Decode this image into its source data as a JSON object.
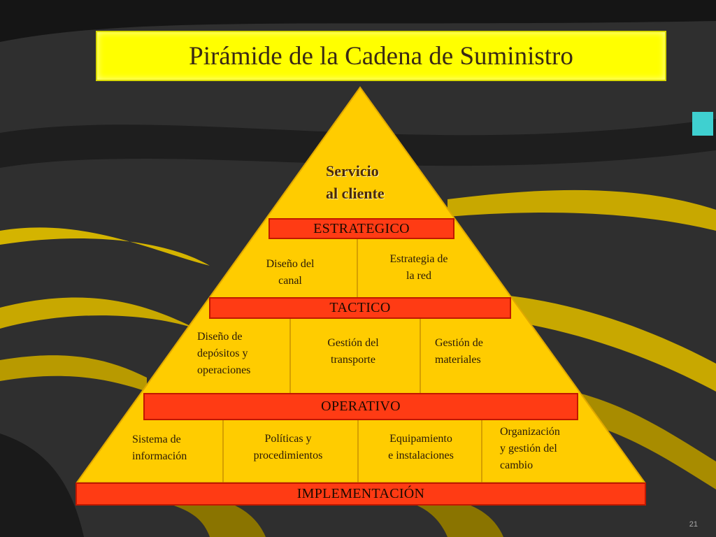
{
  "title": "Pirámide de la Cadena de Suministro",
  "colors": {
    "pyramid_fill": "#ffcc00",
    "band_fill": "#ff3b14",
    "title_fill": "#ffff00",
    "background": "#2f2f2f"
  },
  "pyramid": {
    "apex": {
      "label_line1": "Servicio",
      "label_line2": "al cliente"
    },
    "levels": [
      {
        "band": "ESTRATEGICO",
        "items": [
          {
            "line1": "Diseño del",
            "line2": "canal"
          },
          {
            "line1": "Estrategia de",
            "line2": "la red"
          }
        ]
      },
      {
        "band": "TACTICO",
        "items": [
          {
            "line1": "Diseño de",
            "line2": "depósitos y",
            "line3": "operaciones"
          },
          {
            "line1": "Gestión del",
            "line2": "transporte"
          },
          {
            "line1": "Gestión de",
            "line2": "materiales"
          }
        ]
      },
      {
        "band": "OPERATIVO",
        "items": [
          {
            "line1": "Sistema de",
            "line2": "información"
          },
          {
            "line1": "Políticas y",
            "line2": "procedimientos"
          },
          {
            "line1": "Equipamiento",
            "line2": "e instalaciones"
          },
          {
            "line1": "Organización",
            "line2": "y gestión del",
            "line3": "cambio"
          }
        ]
      },
      {
        "band": "IMPLEMENTACIÓN",
        "items": []
      }
    ]
  },
  "slide_number": "21"
}
